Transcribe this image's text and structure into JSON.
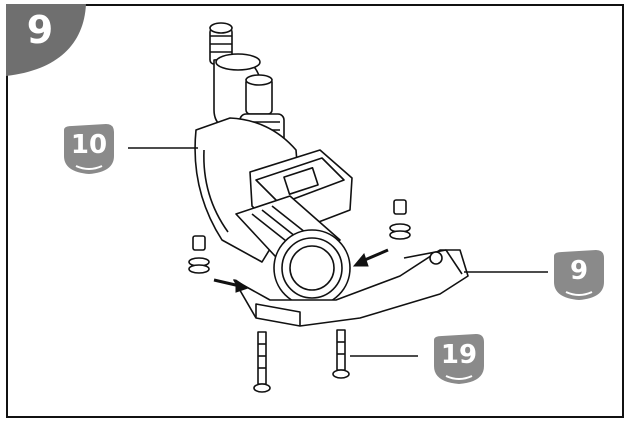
{
  "step": {
    "number": "9",
    "badge_color": "#6f6f6f"
  },
  "callouts": [
    {
      "id": "10",
      "label": "10"
    },
    {
      "id": "9",
      "label": "9"
    },
    {
      "id": "19",
      "label": "19"
    }
  ],
  "colors": {
    "callout_fill": "#8a8a8a",
    "line": "#111111"
  }
}
